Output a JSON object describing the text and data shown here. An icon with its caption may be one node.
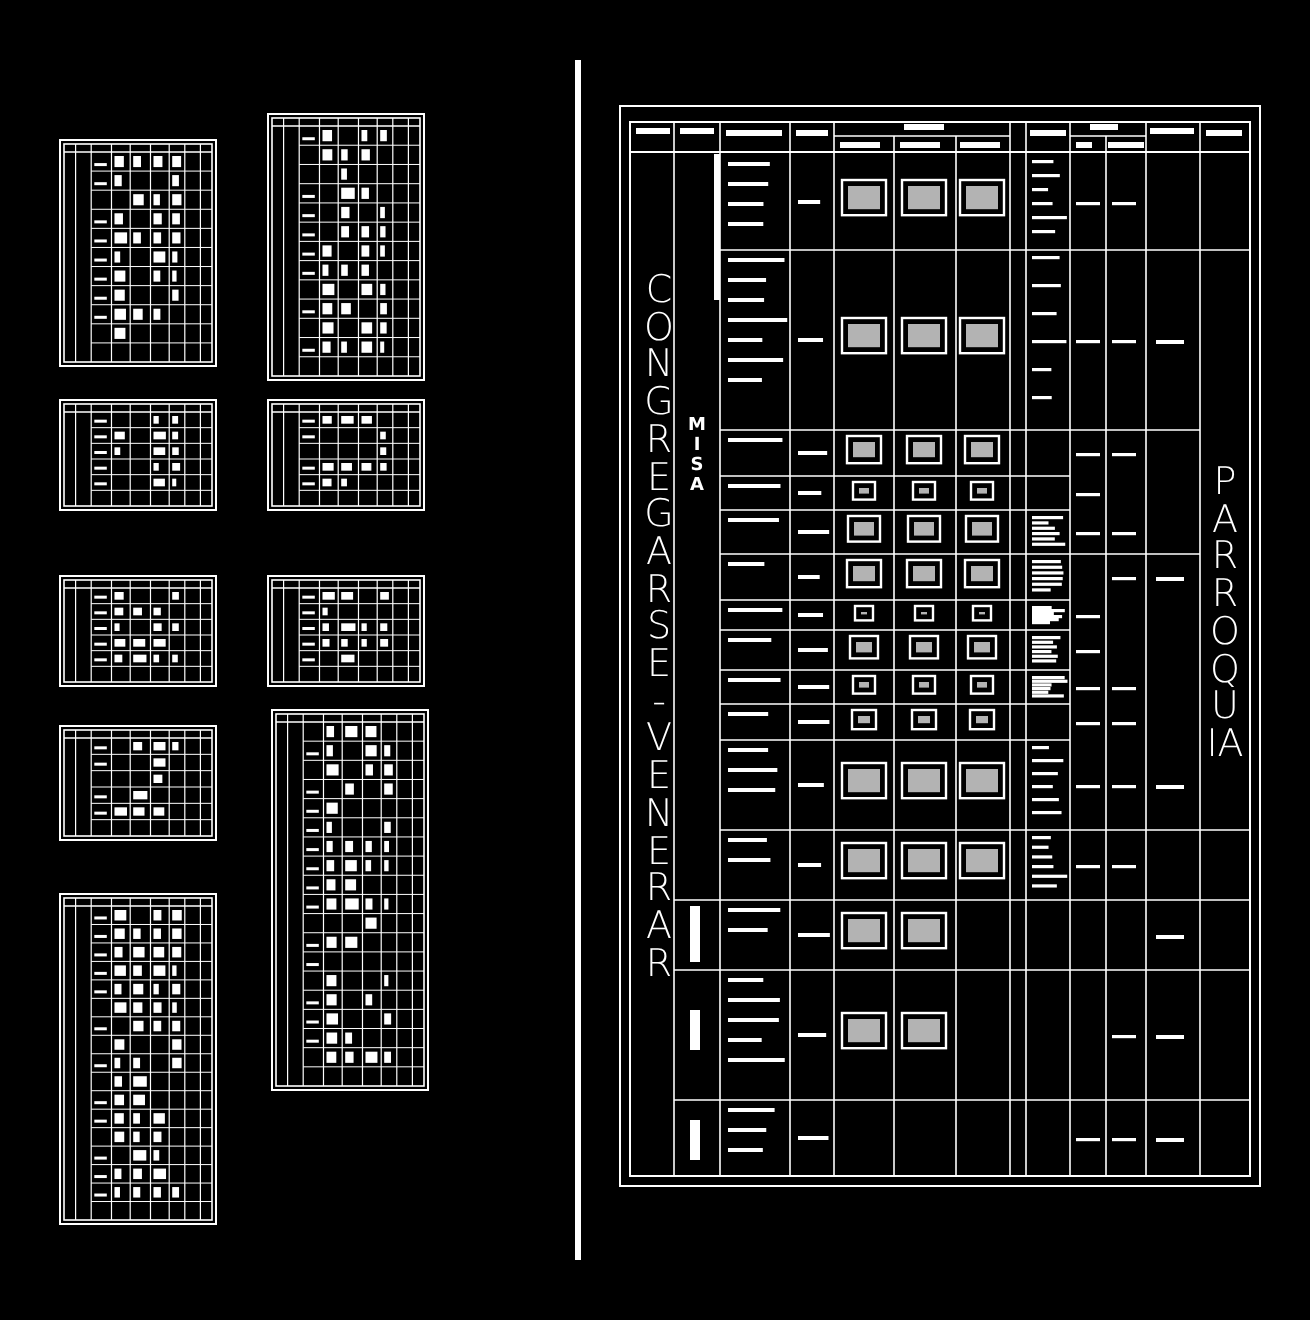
{
  "diagram": {
    "labels": [
      "CONGREGARSE - VENERAR",
      "MISA",
      "PARROQUIA"
    ]
  }
}
